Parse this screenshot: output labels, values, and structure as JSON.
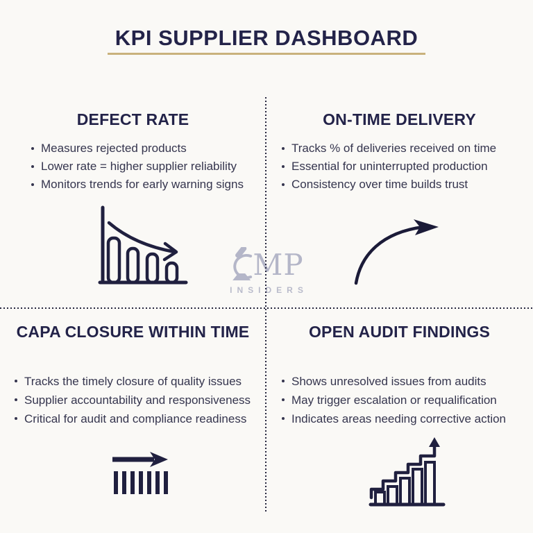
{
  "title": "KPI SUPPLIER DASHBOARD",
  "watermark": {
    "brand_letters": "MP",
    "subtitle": "INSIDERS"
  },
  "quadrants": [
    {
      "id": "defect-rate",
      "title": "DEFECT RATE",
      "icon": "declining-bar-chart-icon",
      "bullets": [
        "Measures rejected products",
        "Lower rate = higher supplier reliability",
        "Monitors trends for early warning signs"
      ]
    },
    {
      "id": "on-time-delivery",
      "title": "ON-TIME DELIVERY",
      "icon": "rising-curve-arrow-icon",
      "bullets": [
        "Tracks % of deliveries received on time",
        "Essential for uninterrupted production",
        "Consistency over time builds trust"
      ]
    },
    {
      "id": "capa-closure",
      "title": "CAPA CLOSURE WITHIN TIME",
      "icon": "forward-arrow-tally-icon",
      "bullets": [
        "Tracks the timely closure of quality issues",
        "Supplier accountability and responsiveness",
        "Critical for audit and compliance readiness"
      ]
    },
    {
      "id": "open-audit-findings",
      "title": "OPEN AUDIT FINDINGS",
      "icon": "ascending-bar-chart-arrow-icon",
      "bullets": [
        "Shows unresolved issues from audits",
        "May trigger escalation or requalification",
        "Indicates areas needing corrective action"
      ]
    }
  ],
  "colors": {
    "background": "#faf9f6",
    "heading_navy": "#232349",
    "body_text": "#35354e",
    "accent_gold": "#c9b27c",
    "icon_navy": "#20203f",
    "watermark_gray": "#b4b6c8"
  }
}
